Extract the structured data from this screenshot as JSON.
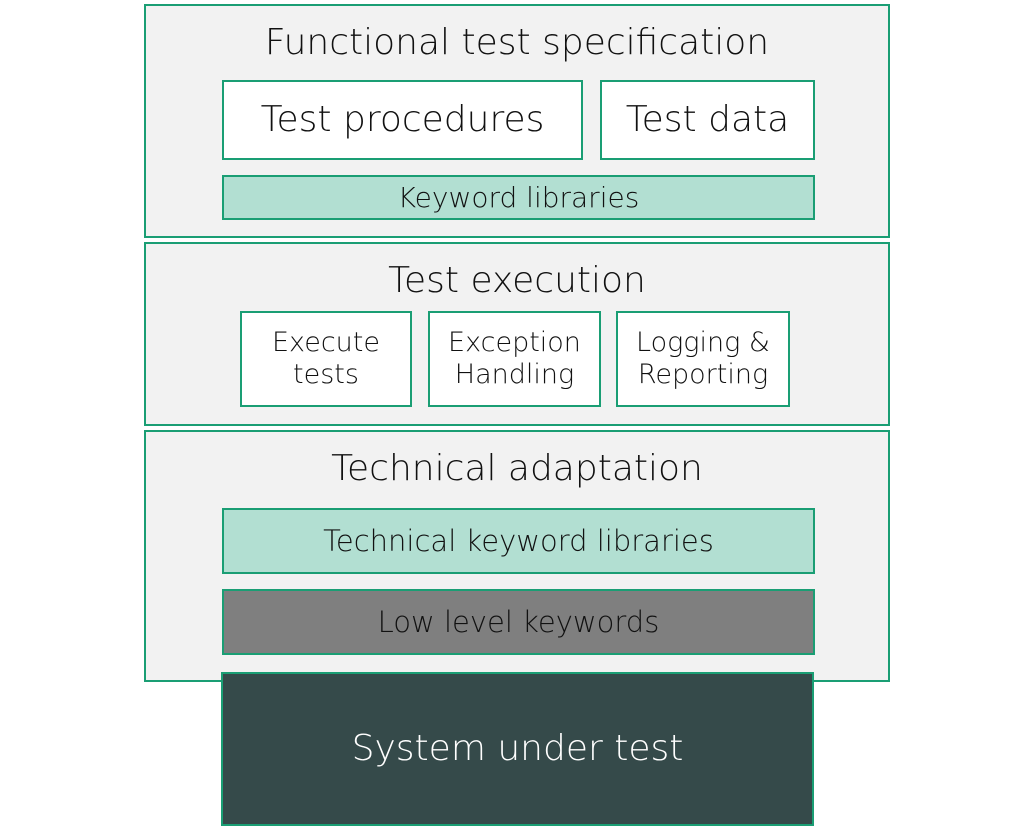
{
  "layers": {
    "functional": {
      "title": "Functional test specification",
      "test_procedures": "Test procedures",
      "test_data": "Test data",
      "keyword_libraries": "Keyword libraries"
    },
    "execution": {
      "title": "Test execution",
      "execute_tests_line1": "Execute",
      "execute_tests_line2": "tests",
      "exception_line1": "Exception",
      "exception_line2": "Handling",
      "logging_line1": "Logging &",
      "logging_line2": "Reporting"
    },
    "technical": {
      "title": "Technical adaptation",
      "technical_keyword_libraries": "Technical keyword libraries",
      "low_level_keywords": "Low level keywords"
    },
    "sut": {
      "label": "System under test"
    }
  },
  "colors": {
    "border_green": "#1a9e74",
    "layer_bg": "#f2f2f2",
    "mint": "#b2dfd2",
    "grey": "#7f7f7f",
    "dark": "#354a4a"
  }
}
